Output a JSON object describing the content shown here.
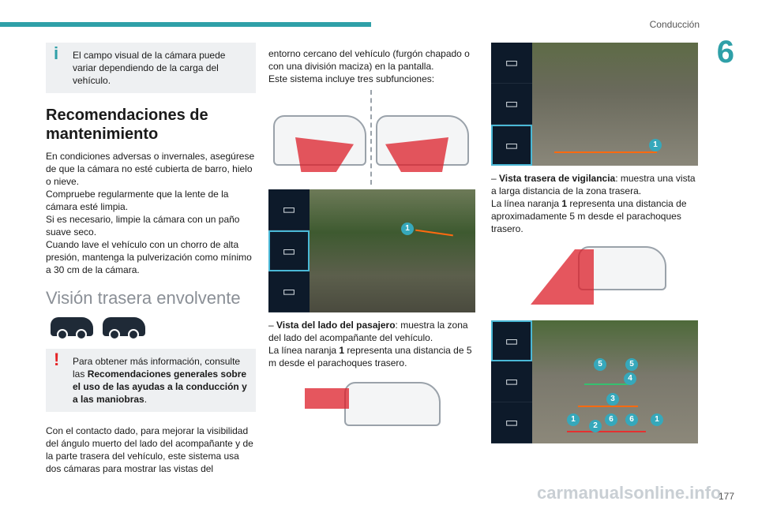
{
  "header": {
    "section": "Conducción",
    "chapter": "6"
  },
  "col1": {
    "note_info": "El campo visual de la cámara puede variar dependiendo de la carga del vehículo.",
    "h_maint": "Recomendaciones de mantenimiento",
    "p1": "En condiciones adversas o invernales, asegúrese de que la cámara no esté cubierta de barro, hielo o nieve.",
    "p2": "Compruebe regularmente que la lente de la cámara esté limpia.",
    "p3": "Si es necesario, limpie la cámara con un paño suave seco.",
    "p4": "Cuando lave el vehículo con un chorro de alta presión, mantenga la pulverización como mínimo a 30 cm de la cámara.",
    "h_vision": "Visión trasera envolvente",
    "warn_pre": "Para obtener más información, consulte las ",
    "warn_bold": "Recomendaciones generales sobre el uso de las ayudas a la conducción y a las maniobras",
    "warn_post": ".",
    "p5": "Con el contacto dado, para mejorar la visibilidad del ángulo muerto del lado del acompañante y de la parte trasera del vehículo, este sistema usa dos cámaras para mostrar las vistas del"
  },
  "col2": {
    "p1": "entorno cercano del vehículo (furgón chapado o con una división maciza) en la pantalla.",
    "p2": "Este sistema incluye tres subfunciones:",
    "b1_title": "Vista del lado del pasajero",
    "b1_text": ": muestra la zona del lado del acompañante del vehículo.",
    "b1_line_pre": "La línea naranja ",
    "b1_line_num": "1",
    "b1_line_post": " representa una distancia de 5 m desde el parachoques trasero.",
    "badge": "1"
  },
  "col3": {
    "b2_title": "Vista trasera de vigilancia",
    "b2_text": ": muestra una vista a larga distancia de la zona trasera.",
    "b2_line_pre": "La línea naranja ",
    "b2_line_num": "1",
    "b2_line_post": " representa una distancia de aproximadamente 5 m desde el parachoques trasero.",
    "badge": "1",
    "grid_badges": [
      "5",
      "5",
      "4",
      "3",
      "1",
      "2",
      "6",
      "6",
      "1"
    ]
  },
  "footer": {
    "page": "177",
    "watermark": "carmanualsonline.info"
  }
}
